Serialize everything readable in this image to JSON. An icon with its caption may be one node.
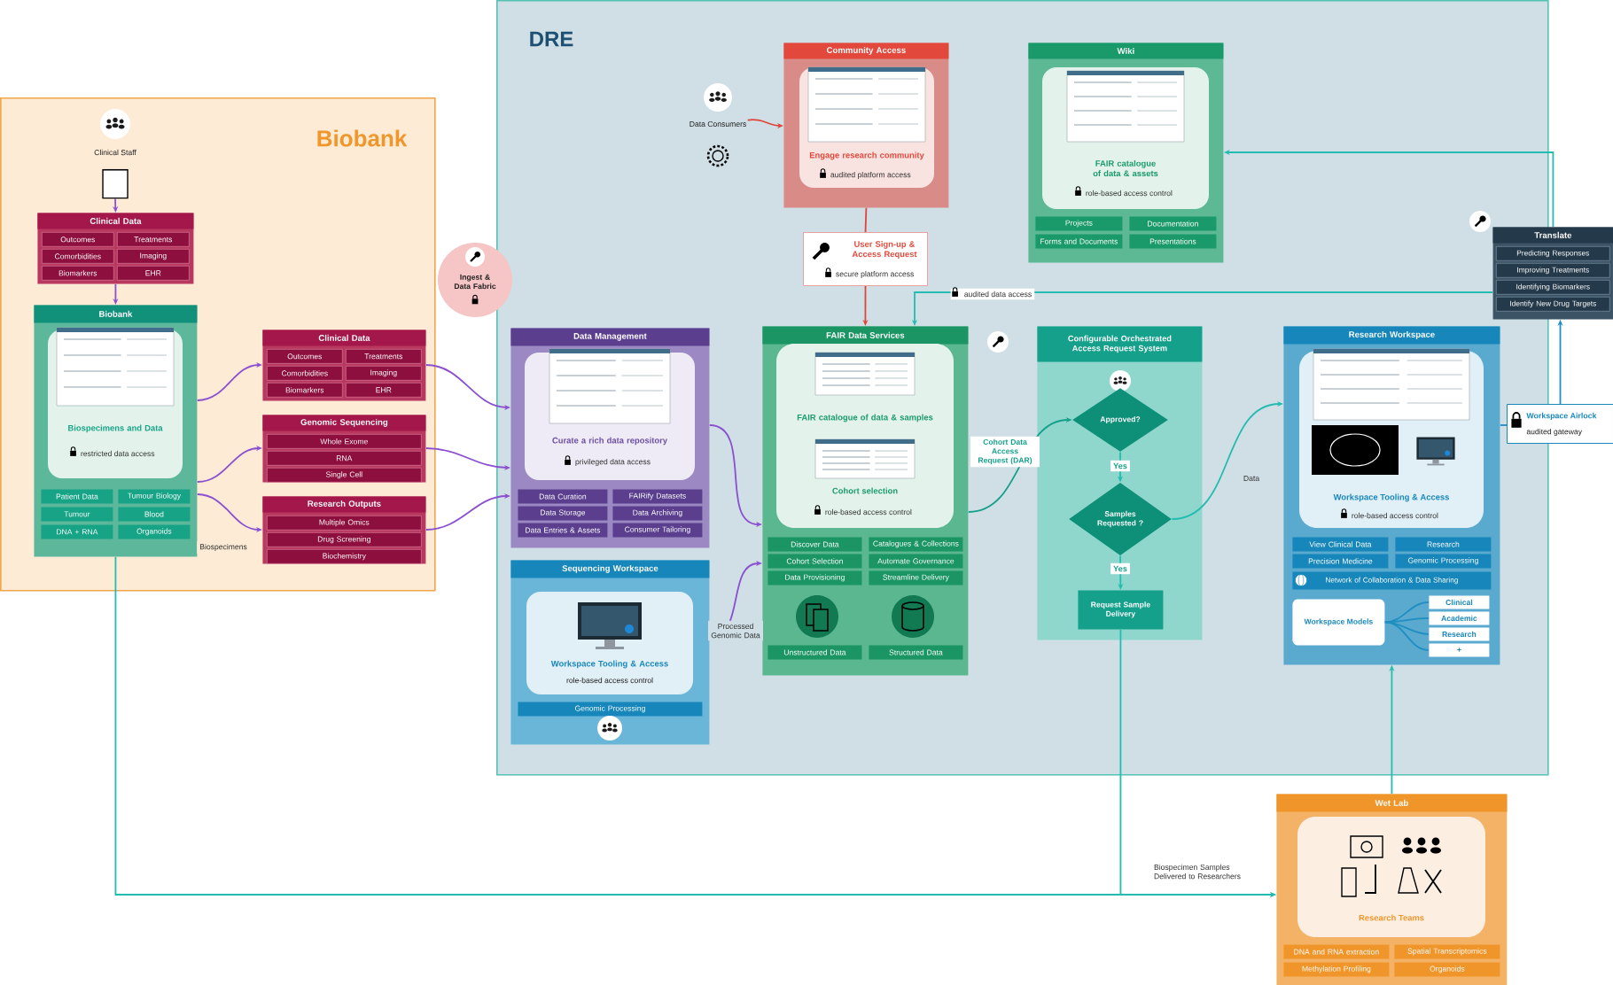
{
  "diagram": {
    "nodes": [
      {
        "text": [
          "Biobank"
        ]
      },
      {
        "text": [
          "DRE"
        ]
      },
      {
        "text": [],
        "shape": "cylinder",
        "in": 0
      },
      {
        "text": [
          "Clinical Data",
          "Outcomes",
          "Treatments",
          "Comorbidities",
          "Imaging",
          "Biomarkers",
          "EHR"
        ],
        "in": 0
      },
      {
        "text": [
          "Biobank",
          "Biospecimens and Data",
          "restricted data access",
          "Patient Data",
          "Tumour Biology",
          "Tumour",
          "Blood",
          "DNA + RNA",
          "Organoids"
        ],
        "in": 0
      },
      {
        "text": [
          "Clinical Data",
          "Outcomes",
          "Treatments",
          "Comorbidities",
          "Imaging",
          "Biomarkers",
          "EHR"
        ],
        "in": 0
      },
      {
        "text": [
          "Genomic Sequencing",
          "Whole Exome",
          "RNA",
          "Single Cell"
        ],
        "in": 0
      },
      {
        "text": [
          "Research Outputs",
          "Multiple Omics",
          "Drug Screening",
          "Biochemistry"
        ],
        "in": 0
      },
      {
        "text": [
          "Ingest & Data Fabric"
        ]
      },
      {
        "text": [
          "Data Management",
          "Curate a rich data repository",
          "privileged data access",
          "Data Curation",
          "FAIRify Datasets",
          "Data Storage",
          "Data Archiving",
          "Data Entries & Assets",
          "Consumer Tailoring"
        ],
        "in": 1
      },
      {
        "text": [
          "Sequencing Workspace",
          "Workspace Tooling & Access",
          "role-based access control",
          "Genomic Processing"
        ],
        "in": 1
      },
      {
        "text": [
          "Data Consumers"
        ],
        "in": 1
      },
      {
        "text": [
          "Community Access",
          "Engage research community",
          "audited platform access"
        ],
        "in": 1
      },
      {
        "text": [
          "User Sign-up & Access Request",
          "secure platform access"
        ],
        "in": 1
      },
      {
        "text": [
          "Wiki",
          "FAIR catalogue of data & assets",
          "role-based access control",
          "Projects",
          "Documentation",
          "Forms and Documents",
          "Presentations"
        ],
        "in": 1
      },
      {
        "text": [
          "FAIR Data Services",
          "FAIR catalogue of data & samples",
          "Cohort selection",
          "role-based access control",
          "Discover Data",
          "Catalogues & Collections",
          "Cohort Selection",
          "Automate Governance",
          "Data Provisioning",
          "Streamline Delivery",
          "Unstructured Data",
          "Structured Data"
        ],
        "in": 1
      },
      {
        "text": [
          "Configurable Orchestrated Access Request System"
        ],
        "in": 1
      },
      {
        "text": [
          "Approved?"
        ],
        "in": 16
      },
      {
        "text": [
          "Samples Requested ?"
        ],
        "in": 16
      },
      {
        "text": [
          "Request Sample Delivery"
        ],
        "in": 16
      },
      {
        "text": [
          "Research Workspace",
          "Workspace Tooling & Access",
          "role-based access control",
          "View Clinical Data",
          "Research",
          "Precision Medicine",
          "Genomic Processing",
          "Network of Collaboration & Data Sharing"
        ],
        "in": 1
      },
      {
        "text": [
          "Workspace Models"
        ],
        "in": 20
      },
      {
        "text": [
          "Clinical"
        ],
        "in": 20
      },
      {
        "text": [
          "Academic"
        ],
        "in": 20
      },
      {
        "text": [
          "Research"
        ],
        "in": 20
      },
      {
        "text": [
          "+"
        ],
        "in": 20
      },
      {
        "text": [
          "Translate",
          "Predicting Responses",
          "Improving Treatments",
          "Identifying Biomarkers",
          "Identify New Drug Targets"
        ]
      },
      {
        "text": [
          "Workspace Airlock",
          "audited gateway"
        ]
      },
      {
        "text": [
          "Wet Lab",
          "Research Teams",
          "DNA and RNA extraction",
          "Spatial Transcriptomics",
          "Methylation Profiling",
          "Organoids"
        ]
      }
    ],
    "edges": [
      {
        "from": 2,
        "to": 3,
        "arrow": "to"
      },
      {
        "from": 3,
        "to": 4,
        "arrow": "to"
      },
      {
        "from": 4,
        "to": 5,
        "arrow": "to"
      },
      {
        "from": 4,
        "to": 6,
        "arrow": "to"
      },
      {
        "from": 4,
        "to": 7,
        "arrow": "to",
        "label": "Biospecimens"
      },
      {
        "from": 5,
        "to": 9,
        "arrow": "to"
      },
      {
        "from": 6,
        "to": 9,
        "arrow": "to"
      },
      {
        "from": 7,
        "to": 9,
        "arrow": "to"
      },
      {
        "from": 9,
        "to": 15,
        "arrow": "to"
      },
      {
        "from": 10,
        "to": 15,
        "arrow": "to",
        "label": "Processed Genomic Data"
      },
      {
        "from": 11,
        "to": 12,
        "arrow": "to",
        "color": "#e04438"
      },
      {
        "from": 12,
        "to": 13,
        "arrow": "none",
        "color": "#e04438"
      },
      {
        "from": 13,
        "to": 15,
        "arrow": "to",
        "color": "#e04438"
      },
      {
        "from": 15,
        "to": 17,
        "arrow": "to",
        "color": "#14a08a",
        "label": "Cohort Data Access Request (DAR)"
      },
      {
        "from": 17,
        "to": 18,
        "arrow": "to",
        "color": "#22bcb0",
        "label": "Yes"
      },
      {
        "from": 18,
        "to": 19,
        "arrow": "to",
        "color": "#22bcb0",
        "label": "Yes"
      },
      {
        "from": 18,
        "to": 20,
        "arrow": "to",
        "color": "#22bcb0",
        "label": "Data"
      },
      {
        "from": 19,
        "to": 28,
        "arrow": "to",
        "color": "#22bcb0"
      },
      {
        "from": 4,
        "to": 28,
        "arrow": "to",
        "color": "#22bcb0",
        "label": "Biospecimen Samples Delivered to Researchers"
      },
      {
        "from": 28,
        "to": 20,
        "arrow": "to",
        "color": "#22bcb0"
      },
      {
        "from": 20,
        "to": 27,
        "arrow": "none",
        "color": "#1f8ec2"
      },
      {
        "from": 27,
        "to": 26,
        "arrow": "to",
        "color": "#1f8ec2"
      },
      {
        "from": 26,
        "to": 14,
        "arrow": "to",
        "color": "#22bcb0"
      },
      {
        "from": 26,
        "to": 15,
        "arrow": "to",
        "color": "#22bcb0",
        "label": "audited data access"
      },
      {
        "from": 21,
        "to": 22,
        "arrow": "none",
        "color": "#1f8ec2"
      },
      {
        "from": 21,
        "to": 23,
        "arrow": "none",
        "color": "#1f8ec2"
      },
      {
        "from": 21,
        "to": 24,
        "arrow": "none",
        "color": "#1f8ec2"
      },
      {
        "from": 21,
        "to": 25,
        "arrow": "none",
        "color": "#1f8ec2"
      }
    ],
    "labels": [
      "Clinical Staff"
    ]
  }
}
